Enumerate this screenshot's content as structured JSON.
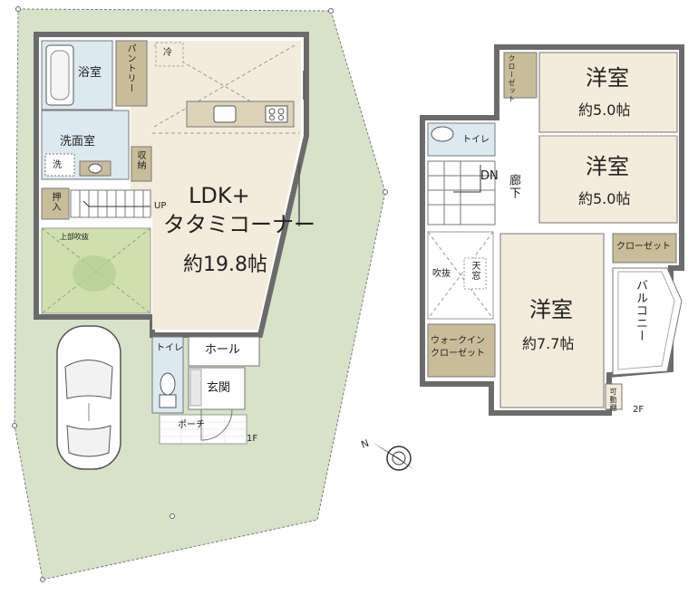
{
  "floor1": {
    "bath": "浴室",
    "pantry": "パントリー",
    "fridge": "冷",
    "washroom": "洗面室",
    "washer": "洗",
    "storage": "収納",
    "closet": "押入",
    "up": "UP",
    "open_above": "上部吹抜",
    "ldk_line1": "LDK+",
    "ldk_line2": "タタミコーナー",
    "ldk_size": "約19.8帖",
    "toilet": "トイレ",
    "hall": "ホール",
    "entrance": "玄関",
    "porch": "ポーチ",
    "floor_label": "1F"
  },
  "floor2": {
    "room1_name": "洋室",
    "room1_size": "約5.0帖",
    "room2_name": "洋室",
    "room2_size": "約5.0帖",
    "room3_name": "洋室",
    "room3_size": "約7.7帖",
    "closet_small": "クローゼット",
    "closet_wide": "クローゼット",
    "wic_line1": "ウォークイン",
    "wic_line2": "クローゼット",
    "toilet": "トイレ",
    "dn": "DN",
    "corridor": "廊下",
    "void": "吹抜",
    "skylight": "天窓",
    "balcony": "バルコニー",
    "movable_shelf": "可動棚",
    "floor_label": "2F"
  },
  "colors": {
    "site_green": "#d7e2c9",
    "ldk_beige": "#f3ebdc",
    "wet_blue": "#dce9f0",
    "storage_tan": "#c9bd99",
    "tatami": "#cfe0ae",
    "wall": "#6b6b6b"
  },
  "icons": [
    "north-arrow-icon",
    "car-icon",
    "kitchen-sink-icon",
    "stove-icon",
    "bathtub-icon",
    "toilet-icon",
    "washbasin-icon"
  ]
}
